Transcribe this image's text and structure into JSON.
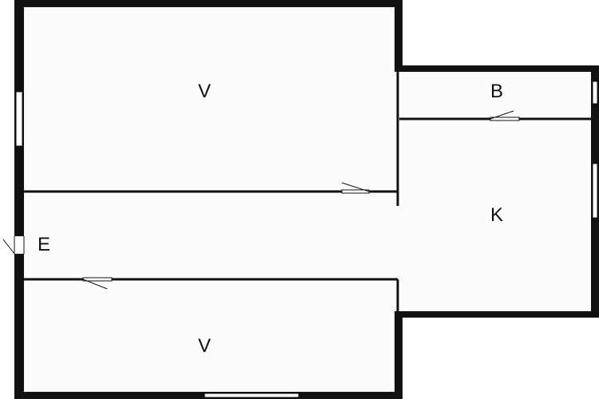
{
  "floorplan": {
    "rooms": [
      {
        "id": "living-top",
        "label": "V"
      },
      {
        "id": "bathroom",
        "label": "B"
      },
      {
        "id": "kitchen",
        "label": "K"
      },
      {
        "id": "entrance",
        "label": "E"
      },
      {
        "id": "living-bottom",
        "label": "V"
      }
    ],
    "colors": {
      "wall": "#111111",
      "floor": "#fcfcfa",
      "background": "#ffffff"
    }
  }
}
